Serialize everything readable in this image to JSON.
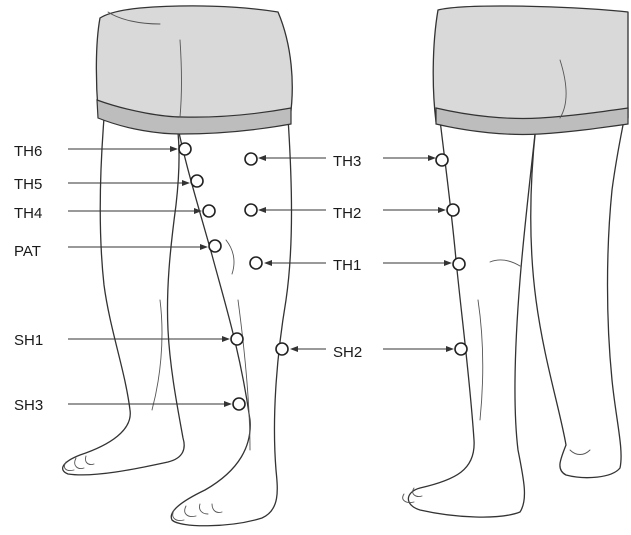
{
  "figure": {
    "labels": {
      "th6": "TH6",
      "th5": "TH5",
      "th4": "TH4",
      "pat": "PAT",
      "sh1": "SH1",
      "sh3": "SH3",
      "th3": "TH3",
      "th2": "TH2",
      "th1": "TH1",
      "sh2": "SH2"
    },
    "views": [
      "front-left-oblique",
      "rear-right"
    ],
    "marker_style": "open-circle",
    "colors": {
      "line": "#333333",
      "shorts": "#d9d9d9",
      "shorts_band": "#bdbdbd",
      "background": "#ffffff"
    }
  }
}
